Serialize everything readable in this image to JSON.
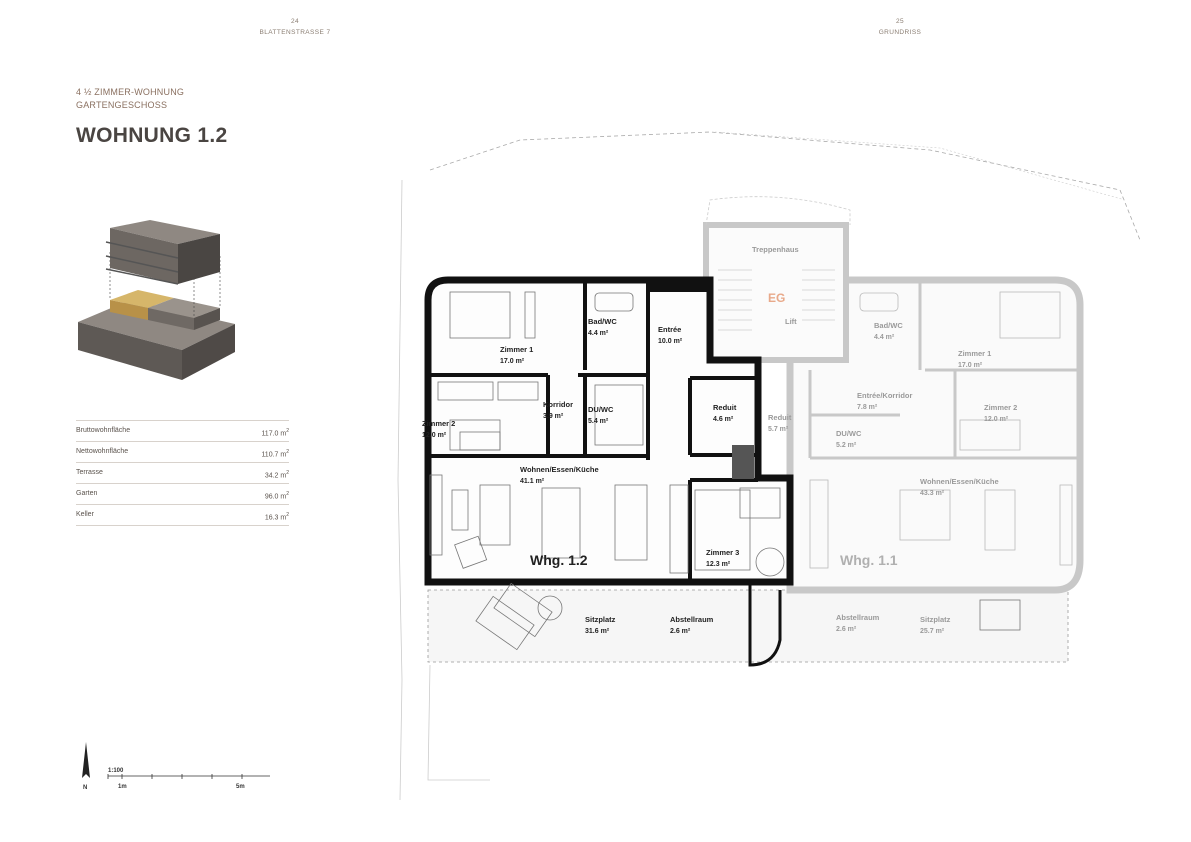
{
  "header": {
    "left_page": "24",
    "left_title": "BLATTENSTRASSE 7",
    "right_page": "25",
    "right_title": "GRUNDRISS"
  },
  "unit": {
    "subtitle_line1": "4 ½ ZIMMER-WOHNUNG",
    "subtitle_line2": "GARTENGESCHOSS",
    "title": "WOHNUNG 1.2"
  },
  "areas": [
    {
      "label": "Bruttowohnfläche",
      "value": "117.0 m",
      "exp": "2"
    },
    {
      "label": "Nettowohnfläche",
      "value": "110.7 m",
      "exp": "2"
    },
    {
      "label": "Terrasse",
      "value": "34.2 m",
      "exp": "2"
    },
    {
      "label": "Garten",
      "value": "96.0 m",
      "exp": "2"
    },
    {
      "label": "Keller",
      "value": "16.3 m",
      "exp": "2"
    }
  ],
  "plan": {
    "apt_left": "Whg. 1.2",
    "apt_right": "Whg. 1.1",
    "floor_code": "EG",
    "treppenhaus": "Treppenhaus",
    "lift": "Lift",
    "rooms_left": [
      {
        "name": "Zimmer 1",
        "area": "17.0 m²"
      },
      {
        "name": "Bad/WC",
        "area": "4.4 m²"
      },
      {
        "name": "Entrée",
        "area": "10.0 m²"
      },
      {
        "name": "Zimmer 2",
        "area": "12.0 m²"
      },
      {
        "name": "Korridor",
        "area": "3.9 m²"
      },
      {
        "name": "DU/WC",
        "area": "5.4 m²"
      },
      {
        "name": "Reduit",
        "area": "4.6 m²"
      },
      {
        "name": "Wohnen/Essen/Küche",
        "area": "41.1 m²"
      },
      {
        "name": "Zimmer 3",
        "area": "12.3 m²"
      },
      {
        "name": "Sitzplatz",
        "area": "31.6 m²"
      },
      {
        "name": "Abstellraum",
        "area": "2.6 m²"
      }
    ],
    "rooms_right": [
      {
        "name": "Bad/WC",
        "area": "4.4 m²"
      },
      {
        "name": "Zimmer 1",
        "area": "17.0 m²"
      },
      {
        "name": "Entrée/Korridor",
        "area": "7.8 m²"
      },
      {
        "name": "Zimmer 2",
        "area": "12.0 m²"
      },
      {
        "name": "Reduit",
        "area": "5.7 m²"
      },
      {
        "name": "DU/WC",
        "area": "5.2 m²"
      },
      {
        "name": "Wohnen/Essen/Küche",
        "area": "43.3 m²"
      },
      {
        "name": "Abstellraum",
        "area": "2.6 m²"
      },
      {
        "name": "Sitzplatz",
        "area": "25.7 m²"
      }
    ]
  },
  "scale": {
    "ratio": "1:100",
    "mark_1": "1m",
    "mark_5": "5m",
    "north": "N"
  }
}
